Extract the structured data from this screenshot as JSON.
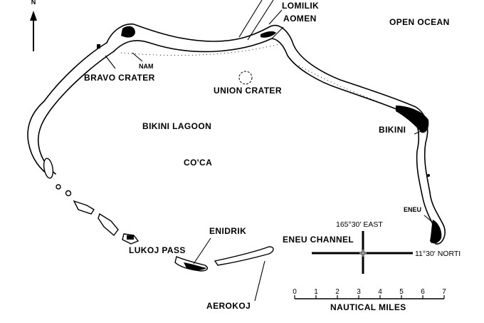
{
  "north_arrow": {
    "label": "N"
  },
  "places": {
    "lomilik": "LOMILIK",
    "aomen": "AOMEN",
    "open_ocean": "OPEN OCEAN",
    "nam": "NAM",
    "bravo_crater": "BRAVO CRATER",
    "union_crater": "UNION CRATER",
    "bikini_lagoon": "BIKINI LAGOON",
    "bikini": "BIKINI",
    "coca": "CO'CA",
    "eneu": "ENEU",
    "enidrik": "ENIDRIK",
    "lukoj_pass": "LUKOJ PASS",
    "eneu_channel": "ENEU CHANNEL",
    "aerokoj": "AEROKOJ"
  },
  "coordinates": {
    "longitude": "165°30' EAST",
    "latitude": "11°30' NORTI"
  },
  "scale_bar": {
    "ticks": [
      "0",
      "1",
      "2",
      "3",
      "4",
      "5",
      "6",
      "7"
    ],
    "label": "NAUTICAL MILES"
  }
}
